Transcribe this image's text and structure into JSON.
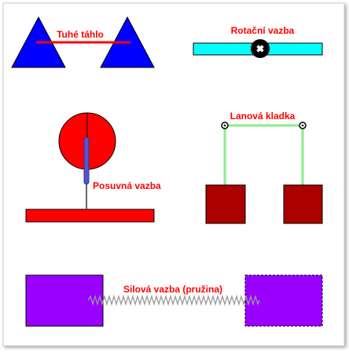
{
  "labels": {
    "rigid_link": "Tuhé táhlo",
    "rotational_joint": "Rotační vazba",
    "sliding_joint": "Posuvná vazba",
    "rope_pulley": "Lanová kladka",
    "force_spring": "Silová vazba (pružina)"
  },
  "colors": {
    "label": "#ff0000",
    "triangle": "#0000ff",
    "rigid_bar": "#ff0000",
    "rotational_bar": "#00ffff",
    "wheel": "#000000",
    "disc": "#ff0000",
    "slider": "#5555cc",
    "ground": "#ff0000",
    "rope": "#88ee88",
    "weight": "#aa0000",
    "block": "#9900ff",
    "spring": "#999999"
  },
  "icons": {
    "pulley_left": "pulley-icon",
    "pulley_right": "pulley-icon",
    "wheel": "wheel-icon"
  }
}
